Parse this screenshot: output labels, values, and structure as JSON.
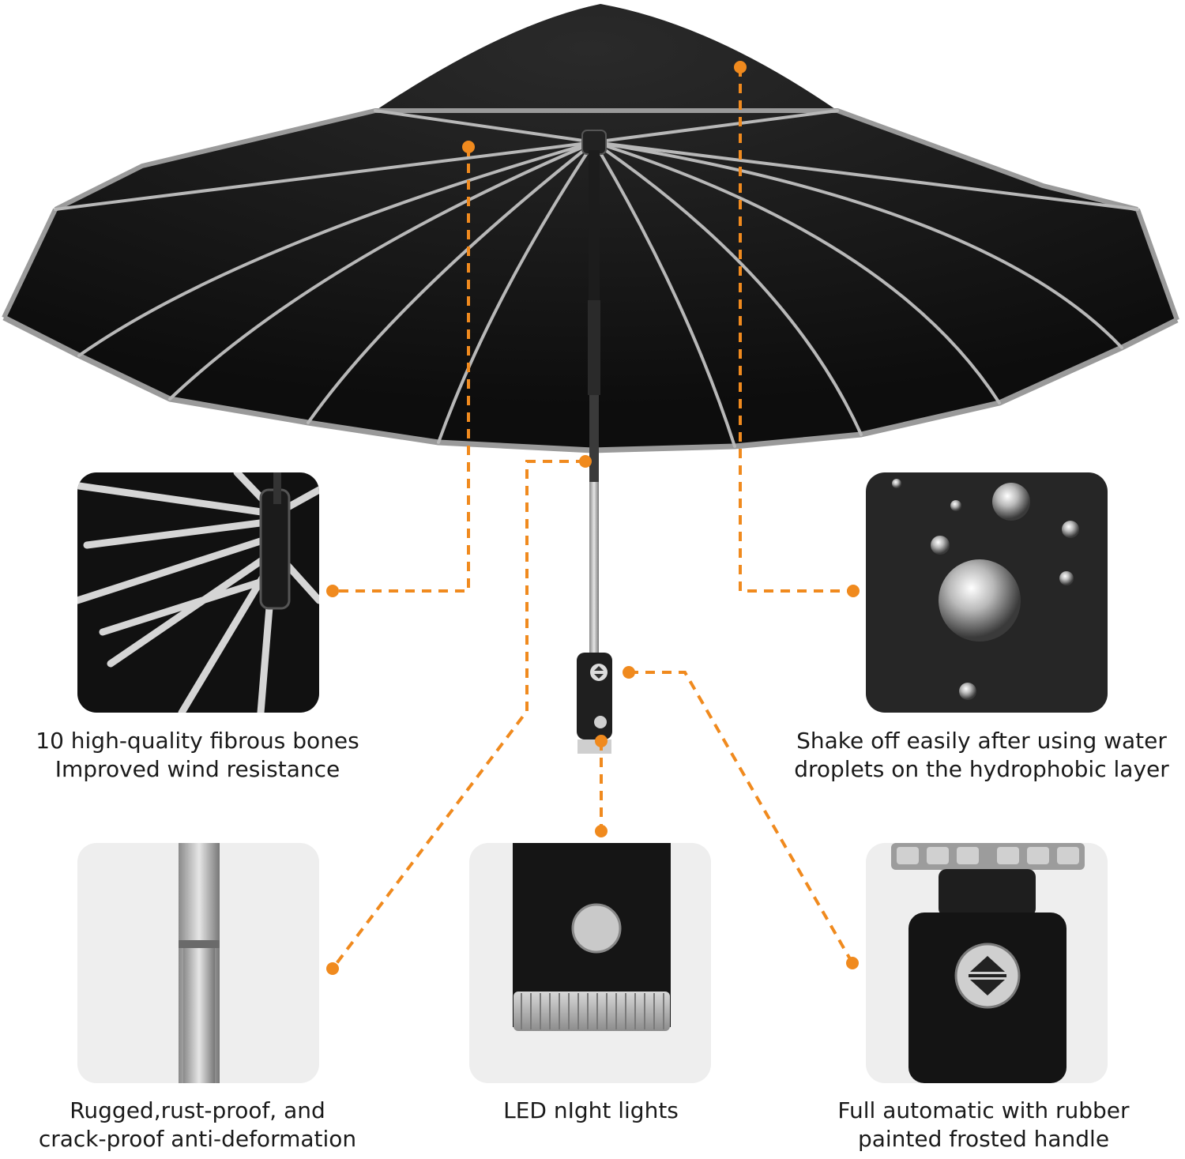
{
  "colors": {
    "accent": "#F08A1E",
    "canopy": "#151515",
    "trim": "#9a9a9a",
    "panel_light": "#eeeeee"
  },
  "features": [
    {
      "name": "fibrous-bones",
      "line1": "10 high-quality fibrous bones",
      "line2": "Improved wind resistance"
    },
    {
      "name": "hydrophobic",
      "line1": "Shake off easily after using water",
      "line2": "droplets on the hydrophobic layer"
    },
    {
      "name": "rust-proof",
      "line1": "Rugged,rust-proof, and",
      "line2": "crack-proof anti-deformation"
    },
    {
      "name": "led-light",
      "line1": "LED nIght lights",
      "line2": ""
    },
    {
      "name": "automatic",
      "line1": "Full automatic with rubber",
      "line2": "painted frosted handle"
    }
  ]
}
